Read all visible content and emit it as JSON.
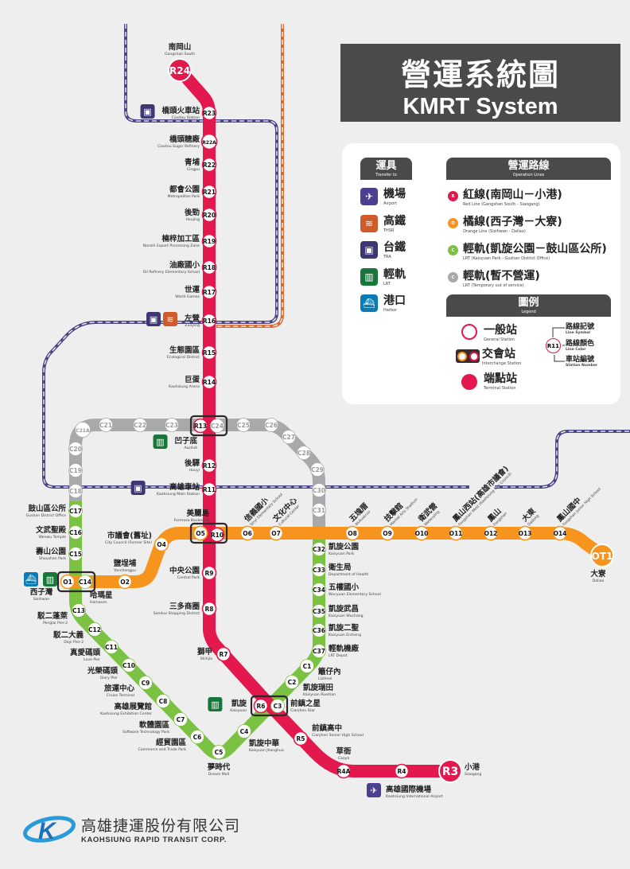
{
  "title": {
    "zh": "營運系統圖",
    "en": "KMRT System"
  },
  "colors": {
    "red": "#e3184d",
    "orange": "#f7941d",
    "green": "#7cc242",
    "gray": "#a8a9ab",
    "tra": "#3d3773",
    "thsr": "#cf5a2c",
    "lrt": "#17773b",
    "harbor": "#0b7cb3",
    "airport": "#4b3f92",
    "panel": "#4a4a4a"
  },
  "legend": {
    "transfer_header": {
      "zh": "運具",
      "en": "Transfer to"
    },
    "transfer": [
      {
        "icon": "airport-icon",
        "zh": "機場",
        "en": "Airport",
        "color": "#4b3f92"
      },
      {
        "icon": "thsr-icon",
        "zh": "高鐵",
        "en": "THSR",
        "color": "#cf5a2c"
      },
      {
        "icon": "tra-icon",
        "zh": "台鐵",
        "en": "TRA",
        "color": "#3d3773"
      },
      {
        "icon": "lrt-icon",
        "zh": "輕軌",
        "en": "LRT",
        "color": "#17773b"
      },
      {
        "icon": "harbor-icon",
        "zh": "港口",
        "en": "Harbor",
        "color": "#0b7cb3"
      }
    ],
    "lines_header": {
      "zh": "營運路線",
      "en": "Operation Lines"
    },
    "lines": [
      {
        "symbol": "R",
        "zh": "紅線(南岡山－小港)",
        "en": "Red Line (Gangshan South - Siaogang)",
        "color": "#e3184d"
      },
      {
        "symbol": "O",
        "zh": "橘線(西子灣－大寮)",
        "en": "Orange Line (Sizihwan - Daliao)",
        "color": "#f7941d"
      },
      {
        "symbol": "C",
        "zh": "輕軌(凱旋公園－鼓山區公所)",
        "en": "LRT (Kaisyuan Park - Gushan District Office)",
        "color": "#7cc242"
      },
      {
        "symbol": "C",
        "zh": "輕軌(暫不營運)",
        "en": "LRT (Temporary out of service)",
        "color": "#a8a9ab"
      }
    ],
    "legend_header": {
      "zh": "圖例",
      "en": "Legend"
    },
    "station_types": [
      {
        "zh": "一般站",
        "en": "General Station"
      },
      {
        "zh": "交會站",
        "en": "Interchange Station"
      },
      {
        "zh": "端點站",
        "en": "Terminal Station"
      }
    ],
    "symbol_example": "R11",
    "symbol_parts": [
      {
        "zh": "路線記號",
        "en": "Line Symbol"
      },
      {
        "zh": "路線顏色",
        "en": "Line Color"
      },
      {
        "zh": "車站編號",
        "en": "Station Number"
      }
    ]
  },
  "stations": {
    "red": [
      {
        "id": "R24",
        "zh": "南岡山",
        "en": "Gangshan South"
      },
      {
        "id": "R23",
        "zh": "橋頭火車站",
        "en": "Ciaotou Station",
        "transfer": [
          "tra"
        ]
      },
      {
        "id": "R22A",
        "zh": "橋頭糖廠",
        "en": "Ciaotou Sugar Refinery"
      },
      {
        "id": "R22",
        "zh": "青埔",
        "en": "Cingpu"
      },
      {
        "id": "R21",
        "zh": "都會公園",
        "en": "Metropolitan Park"
      },
      {
        "id": "R20",
        "zh": "後勁",
        "en": "Houjing"
      },
      {
        "id": "R19",
        "zh": "楠梓加工區",
        "en": "Nanzih Export Processing Zone"
      },
      {
        "id": "R18",
        "zh": "油廠國小",
        "en": "Oil Refinery Elementary School"
      },
      {
        "id": "R17",
        "zh": "世運",
        "en": "World Games"
      },
      {
        "id": "R16",
        "zh": "左營",
        "en": "Zuoying",
        "transfer": [
          "tra",
          "thsr"
        ]
      },
      {
        "id": "R15",
        "zh": "生態園區",
        "en": "Ecological District"
      },
      {
        "id": "R14",
        "zh": "巨蛋",
        "en": "Kaohsiung Arena"
      },
      {
        "id": "R13",
        "zh": "凹子底",
        "en": "Aozihdi",
        "transfer": [
          "lrt"
        ]
      },
      {
        "id": "R12",
        "zh": "後驛",
        "en": "Houyi"
      },
      {
        "id": "R11",
        "zh": "高雄車站",
        "en": "Kaohsiung Main Station",
        "transfer": [
          "tra"
        ]
      },
      {
        "id": "R10",
        "zh": "美麗島",
        "en": "Formosa Boulevard"
      },
      {
        "id": "R9",
        "zh": "中央公園",
        "en": "Central Park"
      },
      {
        "id": "R8",
        "zh": "三多商圈",
        "en": "Sanduo Shopping District"
      },
      {
        "id": "R7",
        "zh": "獅甲",
        "en": "Shihjia"
      },
      {
        "id": "R6",
        "zh": "凱旋",
        "en": "Kaisyuan",
        "transfer": [
          "lrt"
        ]
      },
      {
        "id": "R5",
        "zh": "前鎮高中",
        "en": "Cianjhen Senior High School"
      },
      {
        "id": "R4A",
        "zh": "草衙",
        "en": "Caoya"
      },
      {
        "id": "R4",
        "zh": "高雄國際機場",
        "en": "Kaohsiung International Airport",
        "transfer": [
          "airport"
        ]
      },
      {
        "id": "R3",
        "zh": "小港",
        "en": "Siaogang"
      }
    ],
    "orange": [
      {
        "id": "O1",
        "zh": "西子灣",
        "en": "Sizihwan",
        "transfer": [
          "harbor",
          "lrt"
        ]
      },
      {
        "id": "O2",
        "zh": "鹽埕埔",
        "en": "Yanchengpu"
      },
      {
        "id": "O4",
        "zh": "市議會(舊址)",
        "en": "City Council (Former Site)"
      },
      {
        "id": "O5",
        "zh": "",
        "en": ""
      },
      {
        "id": "O6",
        "zh": "信義國小",
        "en": "Sinyi Elementary School"
      },
      {
        "id": "O7",
        "zh": "文化中心",
        "en": "Cultural Center"
      },
      {
        "id": "O8",
        "zh": "五塊厝",
        "en": "Wukuaicuo"
      },
      {
        "id": "O9",
        "zh": "技擊館",
        "en": "Martial Arts Stadium"
      },
      {
        "id": "O10",
        "zh": "衛武營",
        "en": "Weiwuying"
      },
      {
        "id": "O11",
        "zh": "鳳山西站(高雄市議會)",
        "en": "Fongshan West (Kaohsiung City Council)"
      },
      {
        "id": "O12",
        "zh": "鳳山",
        "en": "Fongshan"
      },
      {
        "id": "O13",
        "zh": "大東",
        "en": "Dadong"
      },
      {
        "id": "O14",
        "zh": "鳳山國中",
        "en": "Fongshan Junior High School"
      },
      {
        "id": "OT1",
        "zh": "大寮",
        "en": "Daliao"
      }
    ],
    "green": [
      {
        "id": "C17",
        "zh": "鼓山區公所",
        "en": "Gushan District Office"
      },
      {
        "id": "C16",
        "zh": "文武聖殿",
        "en": "Wenwu Temple"
      },
      {
        "id": "C15",
        "zh": "壽山公園",
        "en": "Shoushan Park"
      },
      {
        "id": "C14",
        "zh": "哈瑪星",
        "en": "Hamasen"
      },
      {
        "id": "C13",
        "zh": "駁二蓬萊",
        "en": "Penglai Pier-2"
      },
      {
        "id": "C12",
        "zh": "駁二大義",
        "en": "Dayi Pier-2"
      },
      {
        "id": "C11",
        "zh": "真愛碼頭",
        "en": "Love Pier"
      },
      {
        "id": "C10",
        "zh": "光榮碼頭",
        "en": "Glory Pier"
      },
      {
        "id": "C9",
        "zh": "旅運中心",
        "en": "Cruise Terminal"
      },
      {
        "id": "C8",
        "zh": "高雄展覽館",
        "en": "Kaohsiung Exhibition Center"
      },
      {
        "id": "C7",
        "zh": "軟體園區",
        "en": "Software Technology Park"
      },
      {
        "id": "C6",
        "zh": "經貿園區",
        "en": "Commerce and Trade Park"
      },
      {
        "id": "C5",
        "zh": "夢時代",
        "en": "Dream Mall"
      },
      {
        "id": "C4",
        "zh": "凱旋中華",
        "en": "Kaisyuan Jhonghua"
      },
      {
        "id": "C3",
        "zh": "前鎮之星",
        "en": "Cianjhen Star"
      },
      {
        "id": "C2",
        "zh": "凱旋瑞田",
        "en": "Kaisyuan Rueitian"
      },
      {
        "id": "C1",
        "zh": "籬仔內",
        "en": "Lizihnei"
      },
      {
        "id": "C37",
        "zh": "輕軌機廠",
        "en": "LRT Depot"
      },
      {
        "id": "C36",
        "zh": "凱旋二聖",
        "en": "Kaisyuan Ersheng"
      },
      {
        "id": "C35",
        "zh": "凱旋武昌",
        "en": "Kaisyuan Wuchang"
      },
      {
        "id": "C34",
        "zh": "五權國小",
        "en": "Wucyuan Elementary School"
      },
      {
        "id": "C33",
        "zh": "衛生局",
        "en": "Department of Health"
      },
      {
        "id": "C32",
        "zh": "凱旋公園",
        "en": "Kaisyuan Park"
      }
    ],
    "gray": [
      {
        "id": "C18"
      },
      {
        "id": "C19"
      },
      {
        "id": "C20"
      },
      {
        "id": "C21A"
      },
      {
        "id": "C21"
      },
      {
        "id": "C22"
      },
      {
        "id": "C23"
      },
      {
        "id": "C24"
      },
      {
        "id": "C25"
      },
      {
        "id": "C26"
      },
      {
        "id": "C27"
      },
      {
        "id": "C28"
      },
      {
        "id": "C29"
      },
      {
        "id": "C30"
      },
      {
        "id": "C31"
      }
    ]
  },
  "company": {
    "zh": "高雄捷運股份有限公司",
    "en": "KAOHSIUNG RAPID TRANSIT CORP."
  }
}
